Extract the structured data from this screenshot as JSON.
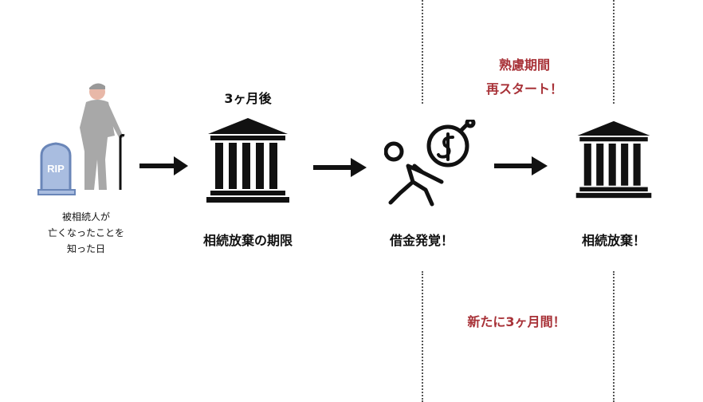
{
  "steps": [
    {
      "label_lines": [
        "被相続人が",
        "亡くなったことを",
        "知った日"
      ]
    },
    {
      "top_label": "3ヶ月後",
      "label": "相続放棄の期限"
    },
    {
      "label": "借金発覚！"
    },
    {
      "label": "相続放棄！"
    }
  ],
  "annotations": {
    "restart_line1": "熟慮期間",
    "restart_line2": "再スタート！",
    "new_period": "新たに3ヶ月間！"
  },
  "tombstone_text": "RIP",
  "colors": {
    "accent": "#a83238",
    "icon": "#111111"
  }
}
